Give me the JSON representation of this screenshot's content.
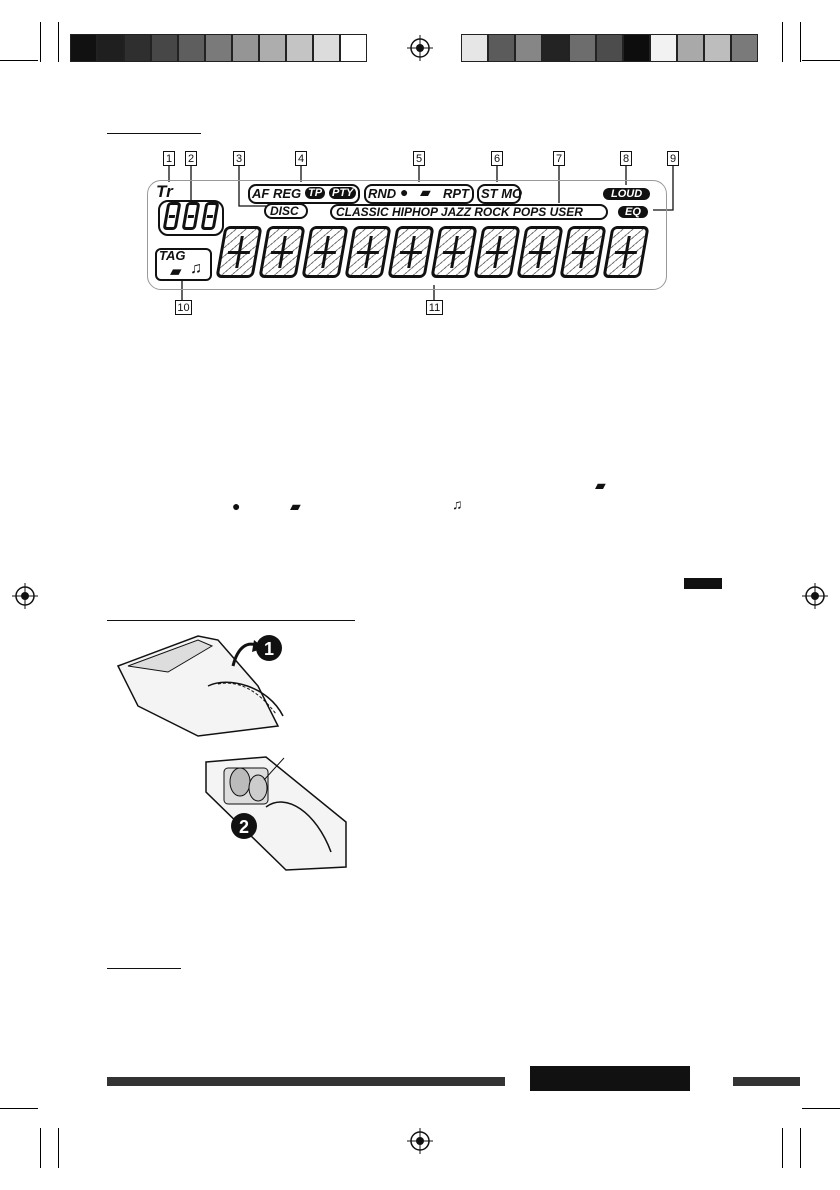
{
  "colors": {
    "bar_left": [
      "#111111",
      "#1f1f1f",
      "#2f2f2f",
      "#474747",
      "#5e5e5e",
      "#7a7a7a",
      "#959595",
      "#adadad",
      "#c4c4c4",
      "#dcdcdc",
      "#ffffff"
    ],
    "bar_right": [
      "#e6e6e6",
      "#5b5b5b",
      "#868686",
      "#232323",
      "#6d6d6d",
      "#4c4c4c",
      "#0d0d0d",
      "#f2f2f2",
      "#a9a9a9",
      "#bdbdbd",
      "#7a7a7a"
    ]
  },
  "display": {
    "callouts": [
      "1",
      "2",
      "3",
      "4",
      "5",
      "6",
      "7",
      "8",
      "9",
      "10",
      "11"
    ],
    "tr_label": "Tr",
    "af_reg": "AF REG",
    "tp": "TP",
    "pty": "PTY",
    "disc": "DISC",
    "rnd": "RND",
    "rpt": "RPT",
    "st_mo": "ST MO",
    "eq_modes": "CLASSIC HIPHOP JAZZ ROCK POPS USER",
    "loud": "LOUD",
    "eq": "EQ",
    "tag": "TAG",
    "small_digits": "888",
    "main_digits": "8888888888"
  },
  "icons": {
    "folder": "folder-icon",
    "disc": "disc-icon",
    "music": "music-note-icon"
  },
  "remote": {
    "step1": "1",
    "step2": "2"
  }
}
